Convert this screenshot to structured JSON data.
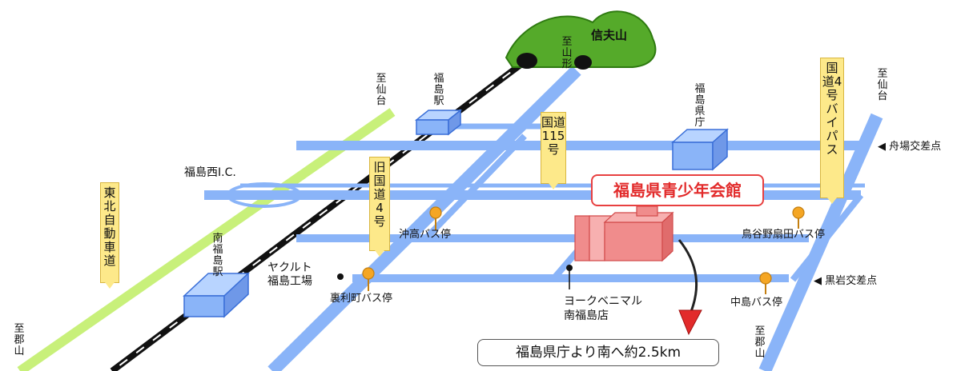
{
  "mountain": {
    "name": "信夫山"
  },
  "destinations": {
    "sendai_left": "至仙台",
    "yamagata": "至山形",
    "sendai_right": "至仙台",
    "koriyama_left": "至郡山",
    "koriyama_right": "至郡山"
  },
  "stations": {
    "fukushima": "福島駅",
    "minami_fukushima": "南福島駅"
  },
  "interchange": {
    "label": "福島西I.C."
  },
  "roads": {
    "tohoku_expressway": "東北自動車道",
    "old_route4": "旧国道4号",
    "route115": "国道115号",
    "route4_bypass": "国道4号バイパス"
  },
  "government": {
    "prefecture_office": "福島県庁"
  },
  "facility": {
    "name": "福島県青少年会館",
    "direction_note": "福島県庁より南へ約2.5km"
  },
  "bus_stops": {
    "okitaka": "沖高バス停",
    "urarimachi": "裏利町バス停",
    "toriyanohatake": "鳥谷野扇田バス停",
    "nakajima": "中島バス停"
  },
  "landmarks": {
    "yakult": "ヤクルト\n福島工場",
    "yorkbenimaru": "ヨークベニマル\n南福島店"
  },
  "intersections": {
    "funaba": "◀ 舟場交差点",
    "kuroiwa": "◀ 黒岩交差点"
  },
  "colors": {
    "road": "#8ab4f8",
    "expressway": "#c8f07a",
    "sign": "#fde98a",
    "building": "#f08c8c",
    "accent": "#e22b2b",
    "bus_stop": "#f5a623",
    "mountain": "#55aa2a"
  }
}
